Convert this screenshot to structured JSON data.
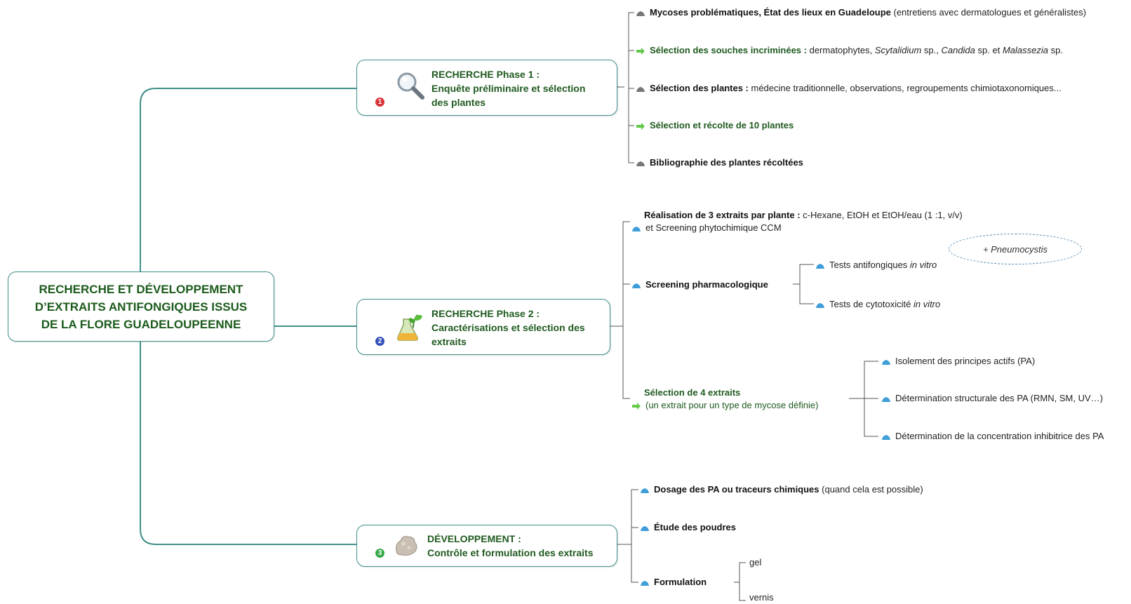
{
  "root": {
    "line1": "RECHERCHE ET DÉVELOPPEMENT",
    "line2": "D’EXTRAITS ANTIFONGIQUES ISSUS",
    "line3": "DE LA FLORE  GUADELOUPEENNE"
  },
  "phase1": {
    "number": "1",
    "icon": "magnifier-icon",
    "title": "RECHERCHE Phase 1 :\nEnquête préliminaire et sélection\ndes plantes",
    "items": [
      {
        "bold": "Mycoses problématiques, État des lieux en Guadeloupe",
        "rest": " (entretiens avec dermatologues et généralistes)"
      },
      {
        "bold": "Sélection des souches incriminées :",
        "rest1": " dermatophytes, ",
        "it1": "Scytalidium",
        "rest2": " sp., ",
        "it2": "Candida",
        "rest3": " sp. et ",
        "it3": "Malassezia",
        "rest4": " sp."
      },
      {
        "bold": "Sélection des plantes :",
        "rest": " médecine traditionnelle, observations, regroupements chimiotaxonomiques..."
      },
      {
        "bold": "Sélection et récolte de 10 plantes"
      },
      {
        "bold": "Bibliographie des plantes récoltées"
      }
    ]
  },
  "phase2": {
    "number": "2",
    "icon": "flask-plant-icon",
    "title": "RECHERCHE Phase 2 :\nCaractérisations et sélection des\nextraits",
    "extraits": {
      "bold": "Réalisation de 3 extraits par plante :",
      "rest": " c-Hexane, EtOH et EtOH/eau (1 :1, v/v)",
      "line2": "et Screening phytochimique CCM"
    },
    "screening": {
      "label": "Screening pharmacologique",
      "tests": [
        {
          "text": "Tests antifongiques ",
          "it": "in vitro"
        },
        {
          "text": "Tests de cytotoxicité ",
          "it": "in vitro"
        }
      ]
    },
    "note": "+ Pneumocystis",
    "selection": {
      "bold": "Sélection de 4 extraits",
      "line2": "(un extrait pour un type de mycose définie)",
      "children": [
        "Isolement des principes actifs (PA)",
        "Détermination structurale des PA (RMN, SM, UV…)",
        "Détermination de la concentration inhibitrice des PA"
      ]
    }
  },
  "phase3": {
    "number": "3",
    "icon": "powder-icon",
    "title": "DÉVELOPPEMENT :\nContrôle et formulation des extraits",
    "items": [
      {
        "bold": "Dosage des PA ou traceurs chimiques",
        "rest": " (quand cela est possible)"
      },
      {
        "bold": "Étude des poudres"
      },
      {
        "bold": "Formulation"
      }
    ],
    "formulation": [
      "gel",
      "vernis"
    ]
  },
  "colors": {
    "connector": "#3f8f8a",
    "title_green": "#1f5a1f",
    "num1": "#d9363b",
    "num2": "#3450b8",
    "num3": "#37a94b"
  }
}
